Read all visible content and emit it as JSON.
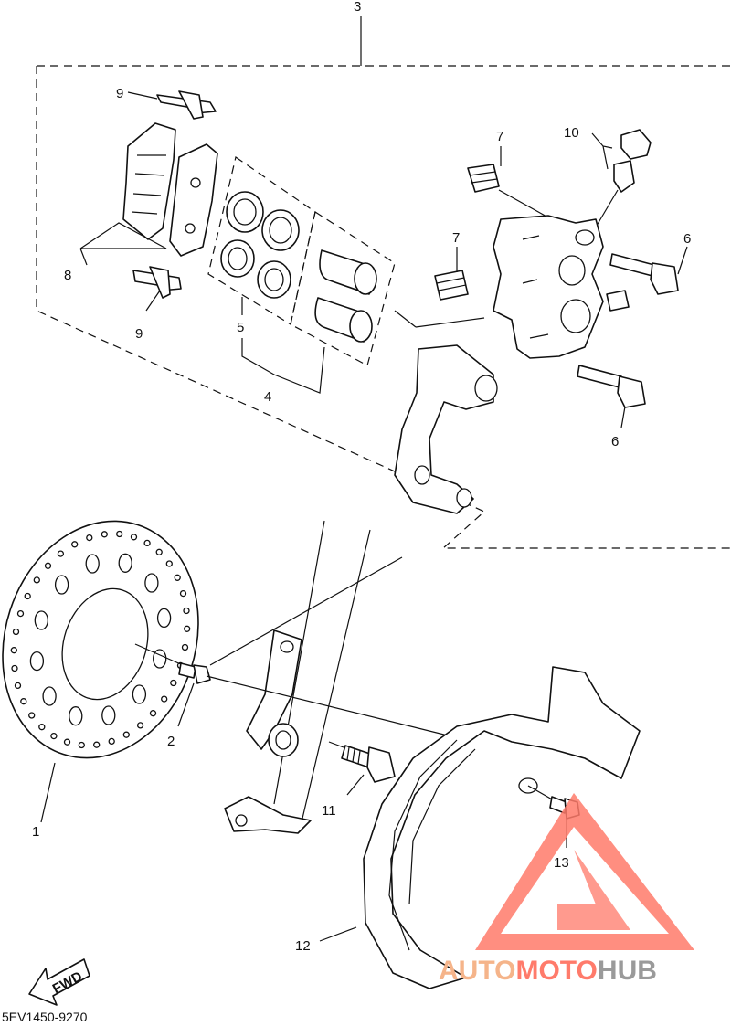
{
  "callouts": {
    "c1": "1",
    "c2": "2",
    "c3": "3",
    "c4": "4",
    "c5": "5",
    "c6a": "6",
    "c6b": "6",
    "c7a": "7",
    "c7b": "7",
    "c8": "8",
    "c9a": "9",
    "c9b": "9",
    "c10": "10",
    "c11": "11",
    "c12": "12",
    "c13": "13"
  },
  "fwd_label": "FWD",
  "diagram_code": "5EV1450-9270",
  "watermark": {
    "part1": "AUTO",
    "part2": "MOTO",
    "part3": "HUB"
  },
  "colors": {
    "ink": "#111111",
    "watermark_red": "#ff7b6b",
    "watermark_orange": "#f5b48a",
    "watermark_gray": "#9a9a9a"
  }
}
